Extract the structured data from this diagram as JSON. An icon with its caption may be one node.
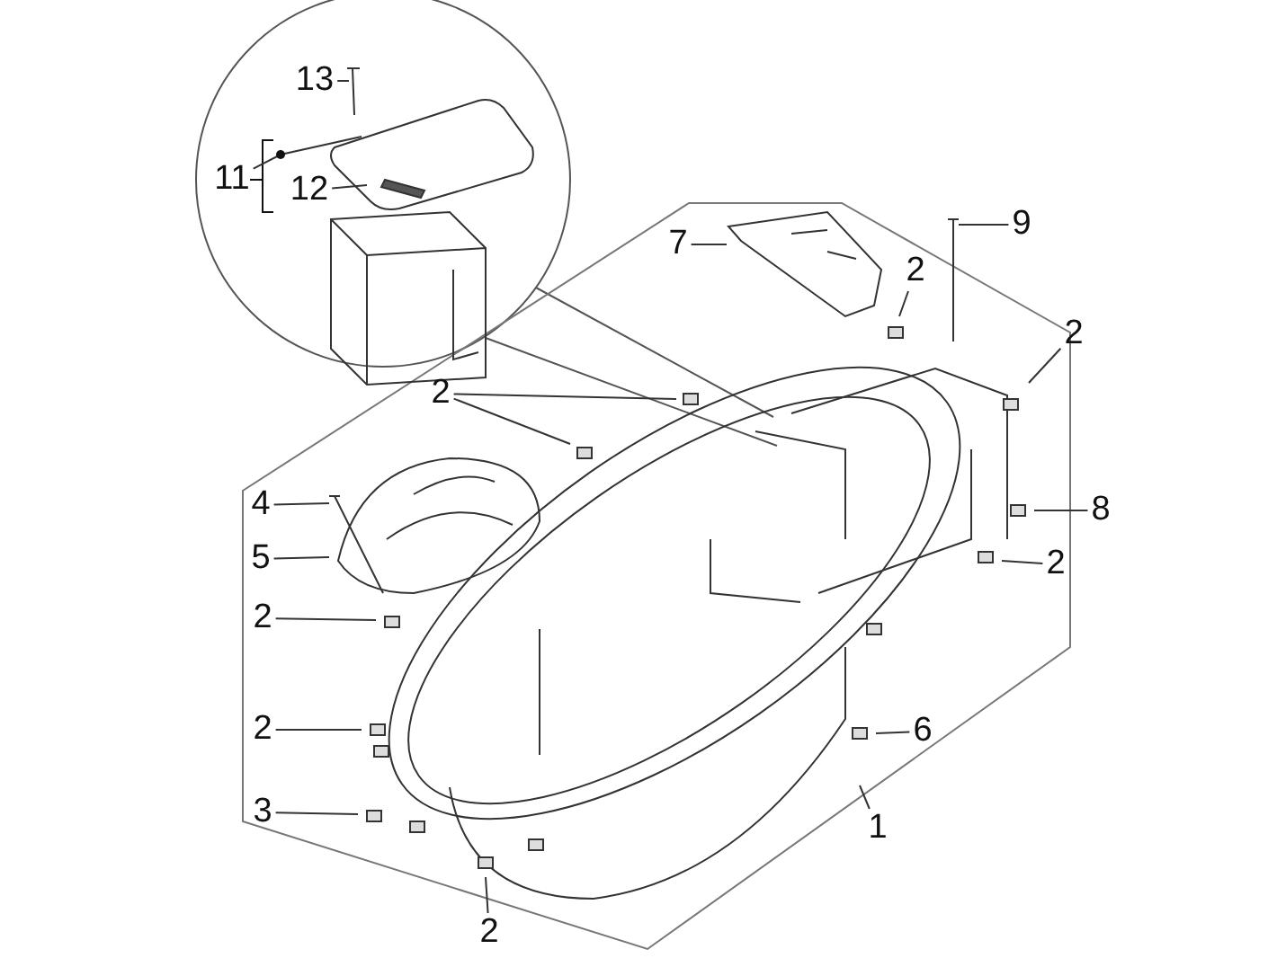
{
  "diagram": {
    "nodes": [
      {
        "text": [
          "13"
        ]
      },
      {
        "text": [
          "11"
        ]
      },
      {
        "text": [
          "12"
        ]
      },
      {
        "text": [
          "7"
        ]
      },
      {
        "text": [
          "9"
        ]
      },
      {
        "text": [
          "2"
        ]
      },
      {
        "text": [
          "2"
        ]
      },
      {
        "text": [
          "2"
        ]
      },
      {
        "text": [
          "4"
        ]
      },
      {
        "text": [
          "8"
        ]
      },
      {
        "text": [
          "5"
        ]
      },
      {
        "text": [
          "2"
        ]
      },
      {
        "text": [
          "2"
        ]
      },
      {
        "text": [
          "2"
        ]
      },
      {
        "text": [
          "6"
        ]
      },
      {
        "text": [
          "3"
        ]
      },
      {
        "text": [
          "1"
        ]
      },
      {
        "text": [
          "2"
        ]
      }
    ],
    "edges": [
      {
        "from": 0,
        "to": null,
        "arrow": "none"
      },
      {
        "from": 1,
        "to": null,
        "arrow": "none"
      },
      {
        "from": 2,
        "to": null,
        "arrow": "none"
      },
      {
        "from": 3,
        "to": null,
        "arrow": "none"
      },
      {
        "from": 4,
        "to": null,
        "arrow": "none"
      },
      {
        "from": 5,
        "to": null,
        "arrow": "none"
      },
      {
        "from": 6,
        "to": null,
        "arrow": "none"
      },
      {
        "from": 7,
        "to": null,
        "arrow": "none"
      },
      {
        "from": 7,
        "to": null,
        "arrow": "none"
      },
      {
        "from": 8,
        "to": null,
        "arrow": "none"
      },
      {
        "from": 9,
        "to": null,
        "arrow": "none"
      },
      {
        "from": 10,
        "to": null,
        "arrow": "none"
      },
      {
        "from": 11,
        "to": null,
        "arrow": "none"
      },
      {
        "from": 12,
        "to": null,
        "arrow": "none"
      },
      {
        "from": 13,
        "to": null,
        "arrow": "none"
      },
      {
        "from": 14,
        "to": null,
        "arrow": "none"
      },
      {
        "from": 15,
        "to": null,
        "arrow": "none"
      },
      {
        "from": 16,
        "to": null,
        "arrow": "none"
      },
      {
        "from": 17,
        "to": null,
        "arrow": "none"
      }
    ]
  }
}
